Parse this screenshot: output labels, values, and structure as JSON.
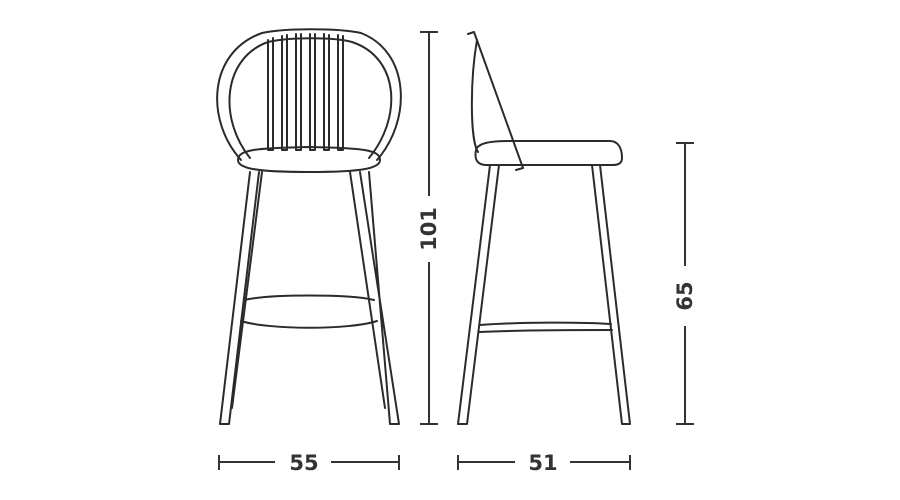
{
  "dimensions": {
    "front_width": "55",
    "total_height": "101",
    "side_depth": "51",
    "seat_height": "65"
  },
  "colors": {
    "line": "#2b2b2b",
    "background": "#ffffff"
  }
}
